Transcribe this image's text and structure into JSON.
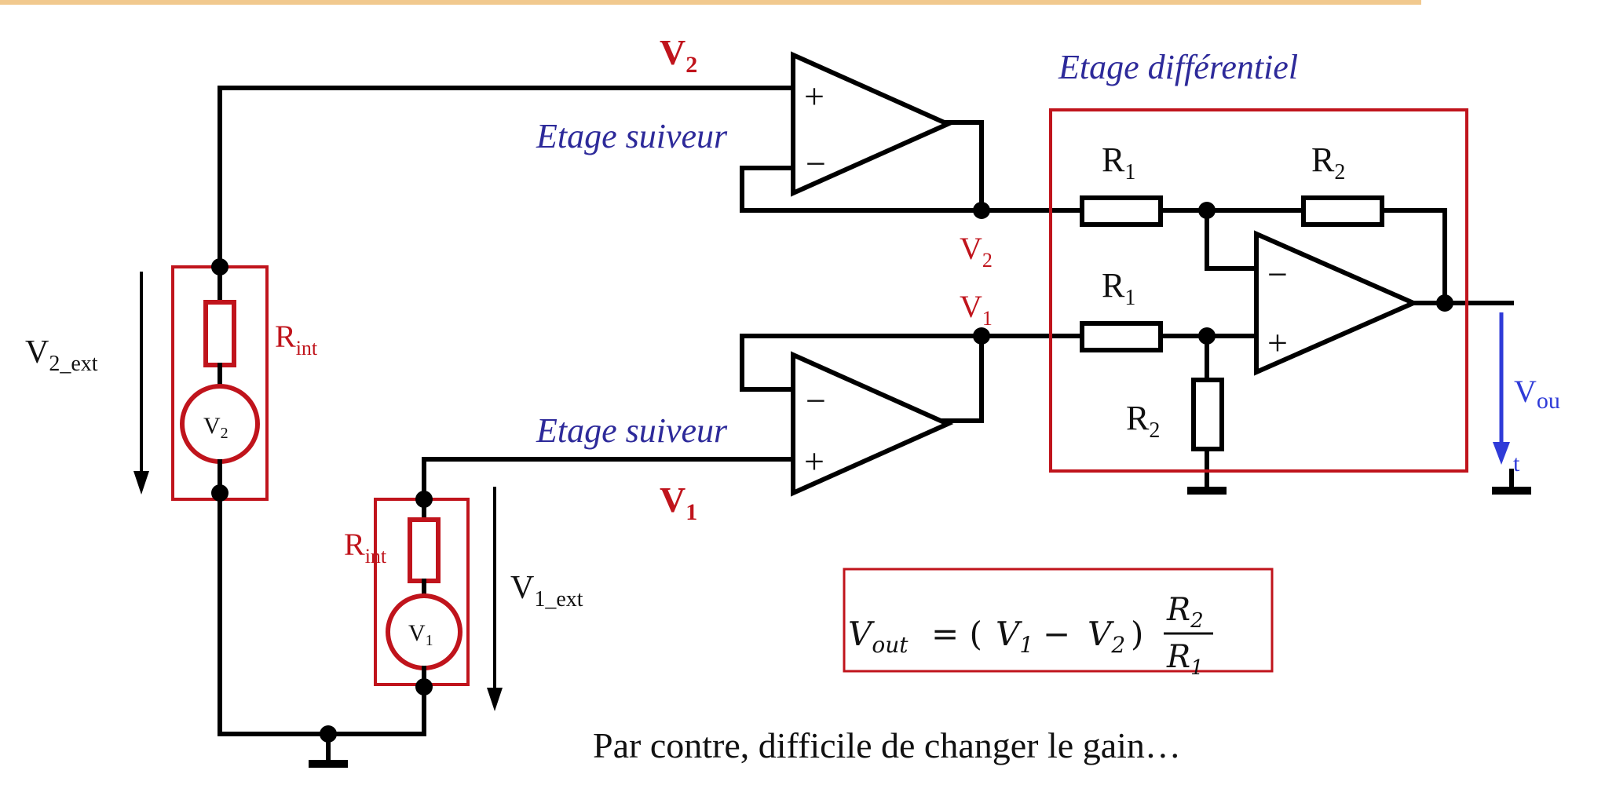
{
  "labels": {
    "v2_input": "V",
    "v2_input_sub": "2",
    "v1_input": "V",
    "v1_input_sub": "1",
    "stage_follower_top": "Etage suiveur",
    "stage_follower_bottom": "Etage suiveur",
    "stage_differential": "Etage différentiel",
    "node_v2": "V",
    "node_v2_sub": "2",
    "node_v1": "V",
    "node_v1_sub": "1",
    "r1_top": "R",
    "r1_top_sub": "1",
    "r2_top": "R",
    "r2_top_sub": "2",
    "r1_mid": "R",
    "r1_mid_sub": "1",
    "r2_ground": "R",
    "r2_ground_sub": "2",
    "rint_top": "R",
    "rint_top_sub": "int",
    "rint_bottom": "R",
    "rint_bottom_sub": "int",
    "source_v2": "V",
    "source_v2_sub": "2",
    "source_v1": "V",
    "source_v1_sub": "1",
    "v2_ext": "V",
    "v2_ext_sub": "2_ext",
    "v1_ext": "V",
    "v1_ext_sub": "1_ext",
    "vout_a": "V",
    "vout_a_sub": "ou",
    "vout_b": "t",
    "plus": "+",
    "minus": "−"
  },
  "formula": {
    "lhs": "V",
    "lhs_sub": "out",
    "eq": "= (",
    "v1": "V",
    "v1_sub": "1",
    "minus": " − ",
    "v2": "V",
    "v2_sub": "2",
    "close": ")",
    "num": "R",
    "num_sub": "2",
    "den": "R",
    "den_sub": "1"
  },
  "caption": "Par contre, difficile de changer le gain…",
  "colors": {
    "red": "#c0141c",
    "blue_text": "#2d2a9a",
    "blue_arrow": "#2f3bd8",
    "top_rule": "#f1c98e"
  }
}
